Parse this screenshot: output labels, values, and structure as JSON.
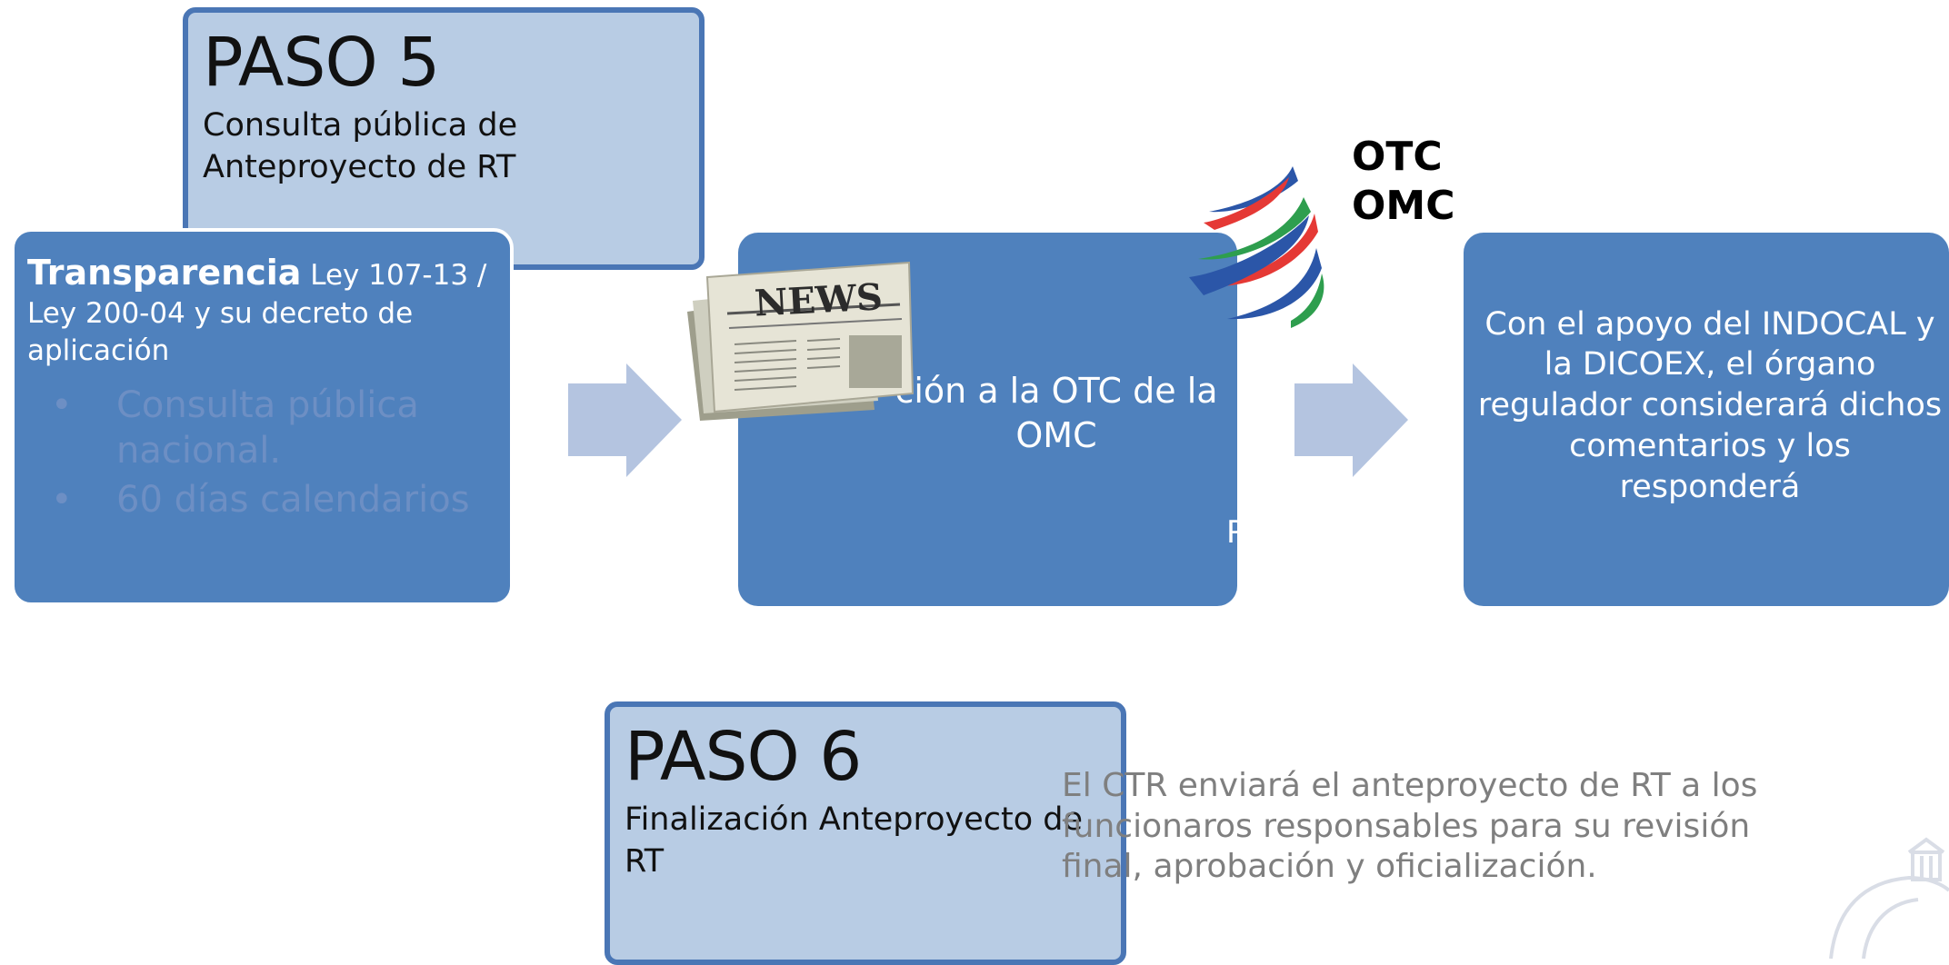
{
  "step5": {
    "title": "PASO 5",
    "subtitle": "Consulta pública de Anteproyecto de RT"
  },
  "transparency": {
    "heading": "Transparencia",
    "text": " Ley 107-13 / Ley 200-04 y su decreto de aplicación",
    "bullets": [
      "Consulta pública nacional.",
      "60 días calendarios"
    ],
    "bullet_marker": "•"
  },
  "notification": {
    "text": "ción a la OTC de la OMC",
    "overflow_char": "P",
    "news_label": "NEWS"
  },
  "wto": {
    "line1": "OTC",
    "line2": "OMC"
  },
  "response": {
    "text": "Con el apoyo del INDOCAL y la DICOEX, el órgano regulador considerará dichos comentarios y los responderá"
  },
  "step6": {
    "title": "PASO 6",
    "subtitle": "Finalización Anteproyecto de RT"
  },
  "final_note": {
    "text": "El CTR enviará el anteproyecto de RT a los funcionaros responsables para su revisión final, aprobación y oficialización."
  },
  "colors": {
    "box_blue": "#4f81bd",
    "light_blue": "#b8cce4",
    "border_blue": "#4a76b5",
    "arrow": "#b4c4e0",
    "note_gray": "#7f7f7f"
  }
}
